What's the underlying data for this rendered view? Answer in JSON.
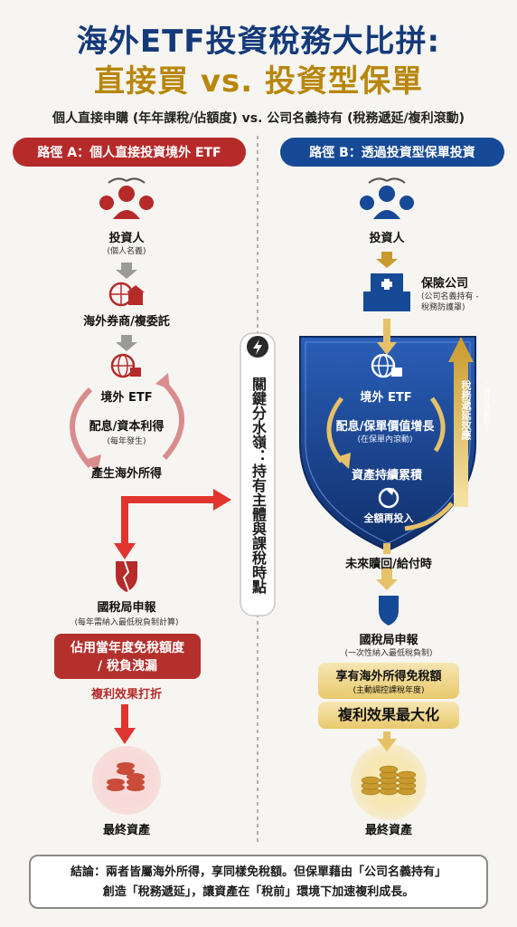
{
  "header": {
    "title_line1": "海外ETF投資稅務大比拼:",
    "title_line2": "直接買 vs. 投資型保單",
    "subtitle": "個人直接申購 (年年課稅/佔額度) vs. 公司名義持有 (稅務遞延/複利滾動)"
  },
  "pathA": {
    "pill": "路徑 A：個人直接投資境外 ETF",
    "investor": "投資人",
    "investor_note": "(個人名義)",
    "broker": "海外券商/複委託",
    "etf": "境外 ETF",
    "income": "配息/資本利得",
    "income_note": "(每年發生)",
    "overseas_income": "產生海外所得",
    "tax_bureau": "國稅局申報",
    "tax_note": "(每年需納入最低稅負制計算)",
    "box_line1": "佔用當年度免稅額度",
    "box_line2": "/ 稅負洩漏",
    "compound": "複利效果打折",
    "final": "最終資產"
  },
  "divider": {
    "text": "關鍵分水嶺：持有主體與課稅時點"
  },
  "pathB": {
    "pill": "路徑 B：透過投資型保單投資",
    "investor": "投資人",
    "insurer": "保險公司",
    "insurer_note_1": "(公司名義持有 -",
    "insurer_note_2": "稅務防護罩)",
    "etf": "境外 ETF",
    "income": "配息/保單價值增長",
    "income_note": "(在保單內滾動)",
    "accumulate": "資產持續累積",
    "reinvest": "全額再投入",
    "deferral": "稅務遞延效應",
    "deferral_note": "(資金滾複利)",
    "redeem": "未來贖回/給付時",
    "tax_bureau": "國稅局申報",
    "tax_note": "(一次性納入最低稅負制)",
    "box_line1": "享有海外所得免稅額",
    "box_note": "(主動調控課稅年度)",
    "box_line2": "複利效果最大化",
    "final": "最終資產"
  },
  "conclusion": {
    "line1": "結論：兩者皆屬海外所得，享同樣免稅額。但保單藉由「公司名義持有」",
    "line2": "創造「稅務遞延」，讓資產在「稅前」環境下加速複利成長。"
  },
  "colors": {
    "navy": "#143a7a",
    "gold": "#b8860b",
    "red": "#b62a2a",
    "blue": "#174a96"
  }
}
